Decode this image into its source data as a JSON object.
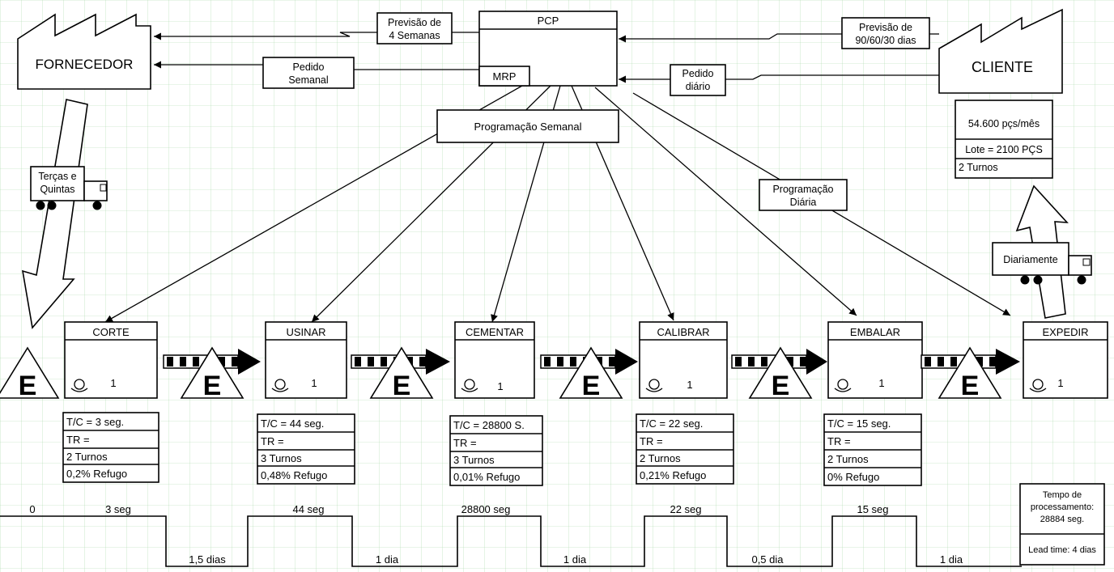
{
  "colors": {
    "grid": "#a8d8a8",
    "line": "#000000",
    "background": "#ffffff"
  },
  "supplier": {
    "label": "FORNECEDOR"
  },
  "customer": {
    "label": "CLIENTE"
  },
  "pcp": {
    "title": "PCP",
    "mrp": "MRP"
  },
  "info": {
    "forecast_supplier": [
      "Previsão de",
      "4 Semanas"
    ],
    "order_supplier": [
      "Pedido",
      "Semanal"
    ],
    "forecast_customer": [
      "Previsão de",
      "90/60/30 dias"
    ],
    "order_customer": [
      "Pedido",
      "diário"
    ],
    "weekly_schedule": "Programação Semanal",
    "daily_schedule": [
      "Programação",
      "Diária"
    ]
  },
  "customer_data": [
    "54.600 pçs/mês",
    "Lote = 2100 PÇS",
    "2 Turnos"
  ],
  "shipments": {
    "inbound": [
      "Terças e",
      "Quintas"
    ],
    "outbound": "Diariamente"
  },
  "inventory_label": "E",
  "processes": [
    {
      "name": "CORTE",
      "operators": "1",
      "ct": "T/C = 3 seg.",
      "tr": "TR =",
      "shifts": "2 Turnos",
      "scrap": "0,2% Refugo"
    },
    {
      "name": "USINAR",
      "operators": "1",
      "ct": "T/C = 44 seg.",
      "tr": "TR =",
      "shifts": "3 Turnos",
      "scrap": "0,48% Refugo"
    },
    {
      "name": "CEMENTAR",
      "operators": "1",
      "ct": "T/C = 28800 S.",
      "tr": "TR =",
      "shifts": "3 Turnos",
      "scrap": "0,01% Refugo"
    },
    {
      "name": "CALIBRAR",
      "operators": "1",
      "ct": "T/C = 22 seg.",
      "tr": "TR =",
      "shifts": "2 Turnos",
      "scrap": "0,21% Refugo"
    },
    {
      "name": "EMBALAR",
      "operators": "1",
      "ct": "T/C = 15 seg.",
      "tr": "TR =",
      "shifts": "2 Turnos",
      "scrap": "0% Refugo"
    },
    {
      "name": "EXPEDIR",
      "operators": "1"
    }
  ],
  "timeline": {
    "start": "0",
    "process_times": [
      "3 seg",
      "44 seg",
      "28800 seg",
      "22 seg",
      "15 seg"
    ],
    "wait_times": [
      "1,5 dias",
      "1 dia",
      "1 dia",
      "0,5 dia",
      "1 dia"
    ]
  },
  "summary": {
    "processing": [
      "Tempo de",
      "processamento:",
      "28884 seg."
    ],
    "lead_time": "Lead time: 4 dias"
  }
}
